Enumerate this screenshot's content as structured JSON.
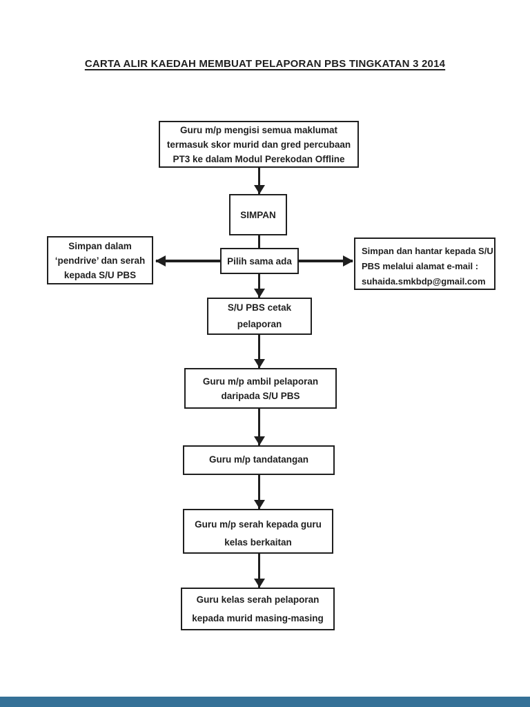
{
  "page": {
    "title": "CARTA ALIR KAEDAH MEMBUAT PELAPORAN PBS TINGKATAN 3 2014",
    "background_color": "#ffffff",
    "ink_color": "#1f1f1f",
    "footer_bar_color": "#357197"
  },
  "flow": {
    "start": {
      "lines": [
        "Guru m/p mengisi semua maklumat",
        "termasuk skor murid dan gred percubaan",
        "PT3 ke dalam Modul Perekodan Offline"
      ]
    },
    "simpan": {
      "label": "SIMPAN"
    },
    "pilih": {
      "label": "Pilih sama ada"
    },
    "pendrive": {
      "lines": [
        "Simpan dalam",
        "‘pendrive’ dan serah",
        "kepada S/U PBS"
      ]
    },
    "email": {
      "lines": [
        "Simpan dan hantar kepada S/U",
        "PBS melalui alamat e-mail :",
        "suhaida.smkbdp@gmail.com"
      ]
    },
    "cetak": {
      "lines": [
        "S/U PBS cetak",
        "pelaporan"
      ]
    },
    "ambil": {
      "lines": [
        "Guru m/p ambil pelaporan",
        "daripada S/U PBS"
      ]
    },
    "tandatangan": {
      "lines": [
        "Guru m/p tandatangan"
      ]
    },
    "serah_guru": {
      "lines": [
        "Guru m/p serah kepada guru",
        "kelas berkaitan"
      ]
    },
    "serah_murid": {
      "lines": [
        "Guru kelas serah pelaporan",
        "kepada murid masing-masing"
      ]
    }
  }
}
